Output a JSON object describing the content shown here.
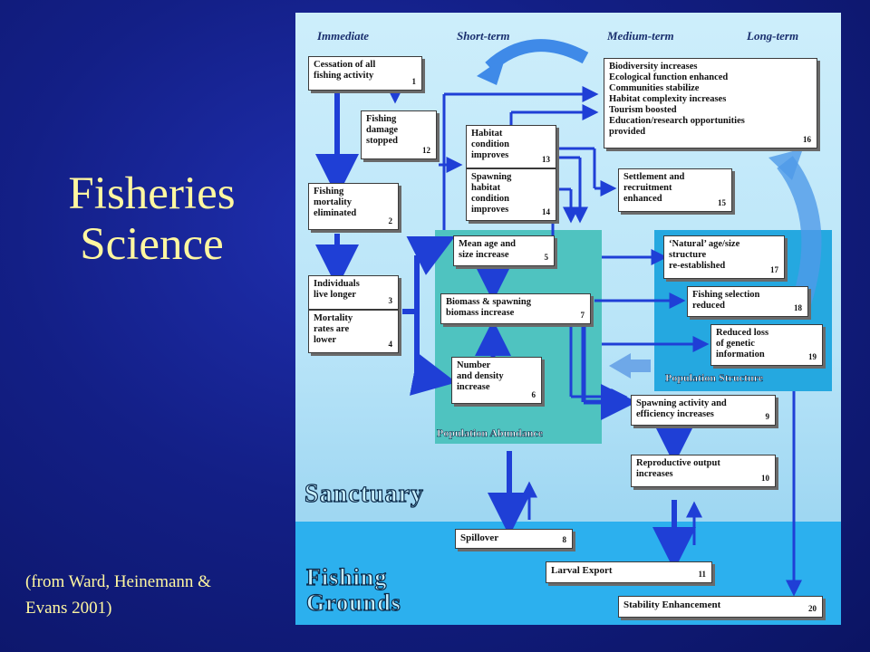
{
  "slide": {
    "title_line1": "Fisheries",
    "title_line2": "Science",
    "citation_line1": "(from Ward, Heinemann &",
    "citation_line2": "Evans 2001)"
  },
  "diagram": {
    "time_headers": [
      "Immediate",
      "Short-term",
      "Medium-term",
      "Long-term"
    ],
    "zones": {
      "sanctuary": "Sanctuary",
      "fishing_grounds_line1": "Fishing",
      "fishing_grounds_line2": "Grounds",
      "population_abundance": "Population Abundance",
      "population_structure": "Population Structure"
    },
    "boxes": {
      "b1": {
        "text": "Cessation of all\nfishing activity",
        "num": "1"
      },
      "b12": {
        "text": "Fishing\ndamage\nstopped",
        "num": "12"
      },
      "b2": {
        "text": "Fishing\nmortality\neliminated",
        "num": "2"
      },
      "b3": {
        "text": "Individuals\nlive longer",
        "num": "3"
      },
      "b4": {
        "text": "Mortality\nrates are\nlower",
        "num": "4"
      },
      "b13": {
        "text": "Habitat\ncondition\nimproves",
        "num": "13"
      },
      "b14": {
        "text": "Spawning\nhabitat\ncondition\nimproves",
        "num": "14"
      },
      "b16": {
        "text": "Biodiversity increases\nEcological function enhanced\nCommunities stabilize\nHabitat complexity increases\nTourism boosted\nEducation/research opportunities\n        provided",
        "num": "16"
      },
      "b15": {
        "text": "Settlement and\nrecruitment\nenhanced",
        "num": "15"
      },
      "b5": {
        "text": "Mean age and\nsize increase",
        "num": "5"
      },
      "b7": {
        "text": "Biomass & spawning\nbiomass increase",
        "num": "7"
      },
      "b6": {
        "text": "Number\nand density\nincrease",
        "num": "6"
      },
      "b17": {
        "text": "‘Natural’ age/size\nstructure\nre-established",
        "num": "17"
      },
      "b18": {
        "text": "Fishing selection\nreduced",
        "num": "18"
      },
      "b19": {
        "text": "Reduced loss\nof genetic\ninformation",
        "num": "19"
      },
      "b9": {
        "text": "Spawning activity and\nefficiency increases",
        "num": "9"
      },
      "b10": {
        "text": "Reproductive output\nincreases",
        "num": "10"
      },
      "b8": {
        "text": "Spillover",
        "num": "8"
      },
      "b11": {
        "text": "Larval Export",
        "num": "11"
      },
      "b20": {
        "text": "Stability Enhancement",
        "num": "20"
      }
    }
  }
}
